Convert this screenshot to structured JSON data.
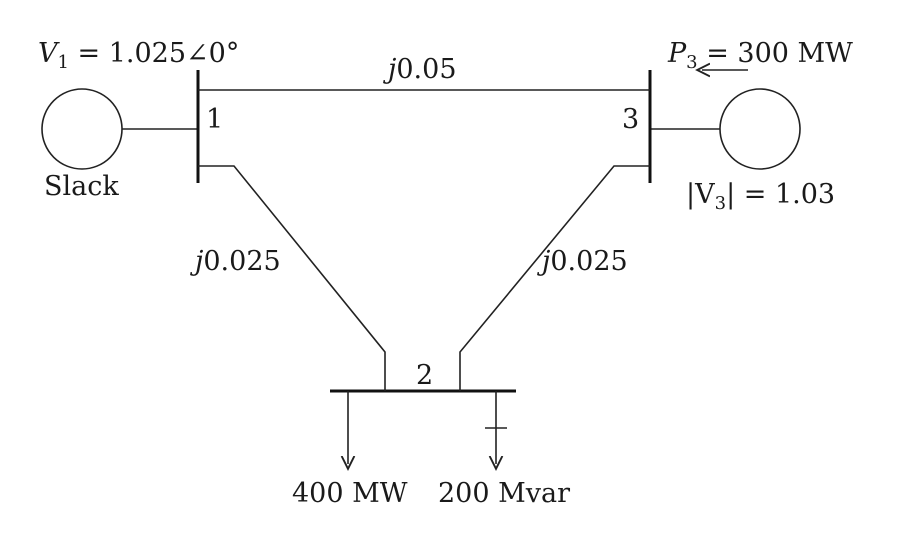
{
  "diagram": {
    "title": "",
    "bus1": {
      "number": "1",
      "voltage_label": "V",
      "voltage_subscript": "1",
      "voltage_value": " = 1.025∠0°",
      "type_label": "Slack"
    },
    "bus2": {
      "number": "2",
      "load_p": "400 MW",
      "load_q": "200 Mvar"
    },
    "bus3": {
      "number": "3",
      "power_label": "P",
      "power_subscript": "3",
      "power_value": " = 300 MW",
      "voltage_open": "|V",
      "voltage_subscript": "3",
      "voltage_close": "| = 1.03"
    },
    "lines": {
      "line_1_3": {
        "j": "j",
        "value": "0.05"
      },
      "line_1_2": {
        "j": "j",
        "value": "0.025"
      },
      "line_3_2": {
        "j": "j",
        "value": "0.025"
      }
    }
  }
}
